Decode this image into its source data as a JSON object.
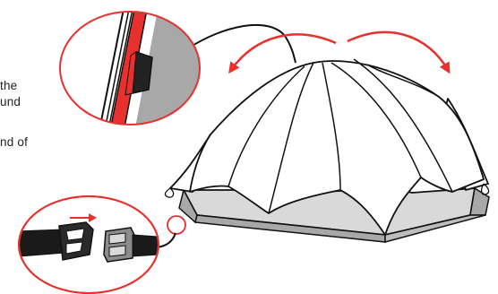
{
  "instructions": {
    "line1": "the",
    "line2": "und",
    "line3": "nd of"
  },
  "colors": {
    "accent": "#e8302e",
    "outline": "#111111",
    "base_fill": "#d9d9d9",
    "shade": "#a8a8a8"
  },
  "icons": {
    "rotation_arrows": "curved-arrow-icon",
    "direction_arrow": "arrow-right-icon",
    "buckle": "buckle-icon"
  }
}
